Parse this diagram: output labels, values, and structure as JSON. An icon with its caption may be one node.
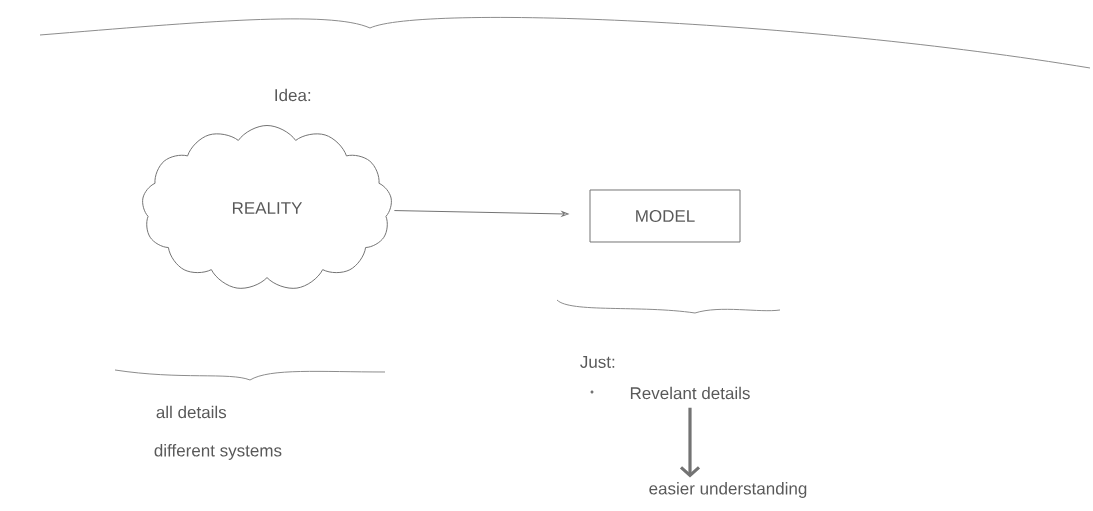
{
  "diagram": {
    "nodes": [
      {
        "text": [
          "REALITY"
        ]
      },
      {
        "text": [
          "MODEL"
        ]
      },
      {
        "text": [
          "Revelant details"
        ]
      },
      {
        "text": [
          "easier understanding"
        ]
      }
    ],
    "edges": [
      {
        "from": 0,
        "to": 1,
        "arrow": "to"
      },
      {
        "from": 2,
        "to": 3,
        "arrow": "to",
        "style": "thick"
      }
    ],
    "labels": [
      "Idea:",
      "all details",
      "different systems",
      "Just:"
    ]
  }
}
